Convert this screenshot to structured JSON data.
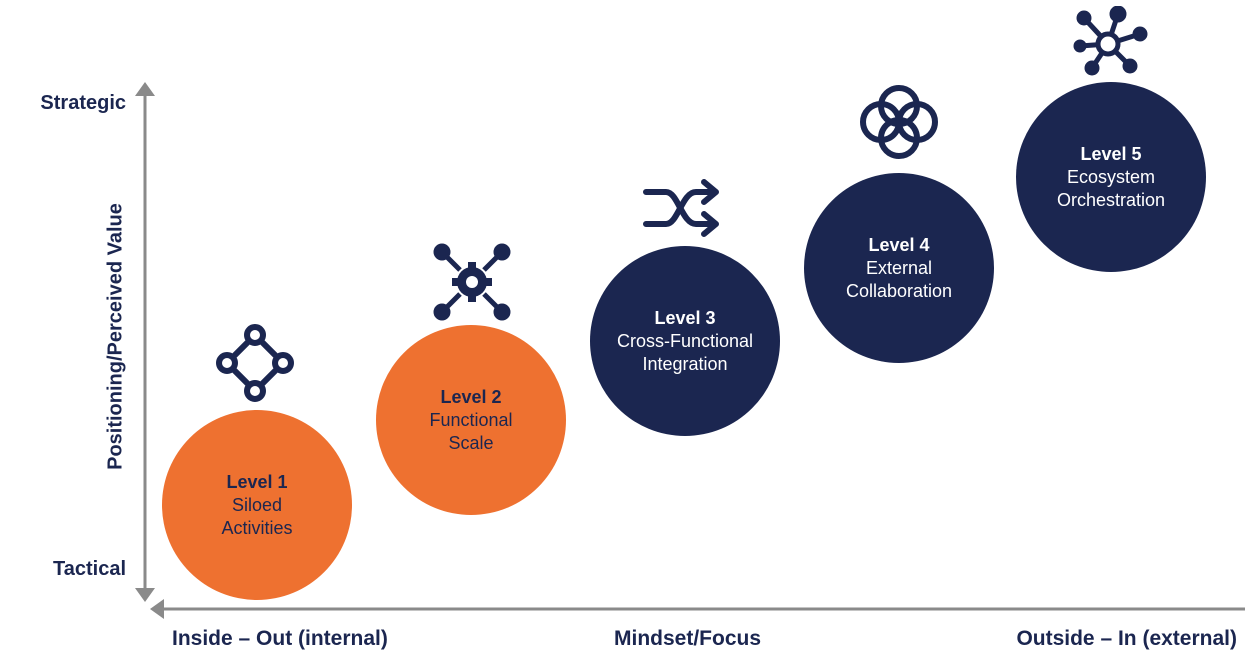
{
  "colors": {
    "navy": "#1b2650",
    "orange": "#ee7130",
    "axis": "#8a8a8a"
  },
  "y_axis": {
    "title": "Positioning/Perceived Value",
    "top_label": "Strategic",
    "bottom_label": "Tactical"
  },
  "x_axis": {
    "left_label": "Inside – Out (internal)",
    "center_label": "Mindset/Focus",
    "right_label": "Outside – In (external)"
  },
  "levels": [
    {
      "level": "Level 1",
      "name_line1": "Siloed",
      "name_line2": "Activities",
      "color": "orange",
      "icon": "diamond-nodes-icon"
    },
    {
      "level": "Level 2",
      "name_line1": "Functional",
      "name_line2": "Scale",
      "color": "orange",
      "icon": "gear-network-icon"
    },
    {
      "level": "Level 3",
      "name_line1": "Cross-Functional",
      "name_line2": "Integration",
      "color": "navy",
      "icon": "shuffle-arrows-icon"
    },
    {
      "level": "Level 4",
      "name_line1": "External",
      "name_line2": "Collaboration",
      "color": "navy",
      "icon": "interlocking-rings-icon"
    },
    {
      "level": "Level 5",
      "name_line1": "Ecosystem",
      "name_line2": "Orchestration",
      "color": "navy",
      "icon": "hub-network-icon"
    }
  ]
}
